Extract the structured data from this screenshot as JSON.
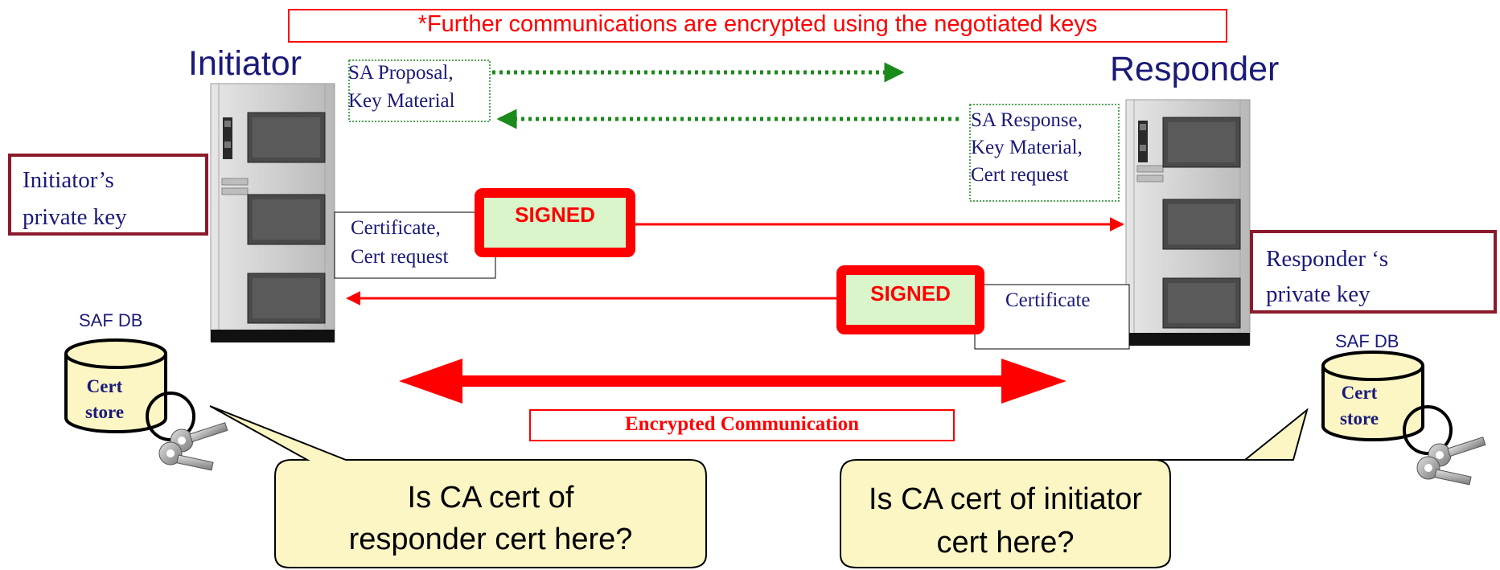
{
  "top_note": "*Further communications are encrypted using the negotiated keys",
  "initiator": {
    "title": "Initiator",
    "private_key_line1": "Initiator’s",
    "private_key_line2": "private key",
    "db_label": "SAF DB",
    "cert_store_line1": "Cert",
    "cert_store_line2": "store",
    "question_line1": "Is CA cert of",
    "question_line2": "responder cert here?"
  },
  "responder": {
    "title": "Responder",
    "private_key_line1": "Responder ‘s",
    "private_key_line2": "private key",
    "db_label": "SAF DB",
    "cert_store_line1": "Cert",
    "cert_store_line2": "store",
    "question_line1": "Is CA cert of initiator",
    "question_line2": "cert here?"
  },
  "messages": {
    "proposal_line1": "SA Proposal,",
    "proposal_line2": "Key Material",
    "response_line1": "SA Response,",
    "response_line2": "Key Material,",
    "response_line3": "Cert request",
    "init_cert_line1": "Certificate,",
    "init_cert_line2": "Cert request",
    "resp_cert": "Certificate",
    "signed_1": "SIGNED",
    "signed_2": "SIGNED",
    "encrypted": "Encrypted Communication"
  },
  "colors": {
    "red": "#ff0000",
    "dark_red": "#8b1a2b",
    "green": "#1a8a1a",
    "navy": "#1a1a7a",
    "callout_fill": "#fbf6c4",
    "signed_fill": "#d9f5c9",
    "store_fill": "#fbf6c4"
  }
}
